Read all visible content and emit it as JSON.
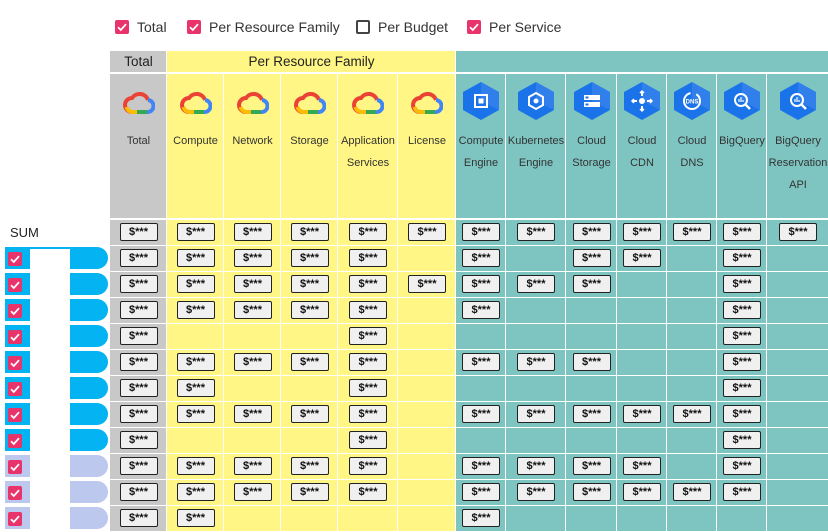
{
  "filters": [
    {
      "label": "Total",
      "checked": true
    },
    {
      "label": "Per Resource Family",
      "checked": true
    },
    {
      "label": "Per Budget",
      "checked": false
    },
    {
      "label": "Per Service",
      "checked": true
    }
  ],
  "sections": {
    "total": "Total",
    "resource_family": "Per Resource Family",
    "service": ""
  },
  "columns": [
    {
      "key": "total",
      "lines": [
        "Total"
      ],
      "icon": "google-cloud-logo-icon",
      "section": "total"
    },
    {
      "key": "compute",
      "lines": [
        "Compute"
      ],
      "icon": "google-cloud-logo-icon",
      "section": "family"
    },
    {
      "key": "network",
      "lines": [
        "Network"
      ],
      "icon": "google-cloud-logo-icon",
      "section": "family"
    },
    {
      "key": "storage",
      "lines": [
        "Storage"
      ],
      "icon": "google-cloud-logo-icon",
      "section": "family"
    },
    {
      "key": "app",
      "lines": [
        "Application",
        "Services"
      ],
      "icon": "google-cloud-logo-icon",
      "section": "family"
    },
    {
      "key": "license",
      "lines": [
        "License"
      ],
      "icon": "google-cloud-logo-icon",
      "section": "family"
    },
    {
      "key": "gce",
      "lines": [
        "Compute",
        "Engine"
      ],
      "icon": "compute-engine-icon",
      "section": "service"
    },
    {
      "key": "gke",
      "lines": [
        "Kubernetes",
        "Engine"
      ],
      "icon": "kubernetes-engine-icon",
      "section": "service"
    },
    {
      "key": "gcs",
      "lines": [
        "Cloud",
        "Storage"
      ],
      "icon": "cloud-storage-icon",
      "section": "service"
    },
    {
      "key": "cdn",
      "lines": [
        "Cloud",
        "CDN"
      ],
      "icon": "cloud-cdn-icon",
      "section": "service"
    },
    {
      "key": "dns",
      "lines": [
        "Cloud",
        "DNS"
      ],
      "icon": "cloud-dns-icon",
      "section": "service"
    },
    {
      "key": "bq",
      "lines": [
        "BigQuery"
      ],
      "icon": "bigquery-icon",
      "section": "service"
    },
    {
      "key": "bqr",
      "lines": [
        "BigQuery",
        "Reservation",
        "API"
      ],
      "icon": "bigquery-icon",
      "section": "service"
    }
  ],
  "value_mask": "$***",
  "sum_label": "SUM",
  "rows": [
    {
      "label": "SUM",
      "selectable": false,
      "pill": "none",
      "cells": [
        1,
        1,
        1,
        1,
        1,
        1,
        1,
        1,
        1,
        1,
        1,
        1,
        1
      ]
    },
    {
      "pill": "blue",
      "cells": [
        1,
        1,
        1,
        1,
        1,
        0,
        1,
        0,
        1,
        1,
        0,
        1,
        0
      ]
    },
    {
      "pill": "blue",
      "cells": [
        1,
        1,
        1,
        1,
        1,
        1,
        1,
        1,
        1,
        0,
        0,
        1,
        0
      ]
    },
    {
      "pill": "blue",
      "cells": [
        1,
        1,
        1,
        1,
        1,
        0,
        1,
        0,
        0,
        0,
        0,
        1,
        0
      ]
    },
    {
      "pill": "blue",
      "cells": [
        1,
        0,
        0,
        0,
        1,
        0,
        0,
        0,
        0,
        0,
        0,
        1,
        0
      ]
    },
    {
      "pill": "blue",
      "cells": [
        1,
        1,
        1,
        1,
        1,
        0,
        1,
        1,
        1,
        0,
        0,
        1,
        0
      ]
    },
    {
      "pill": "blue",
      "cells": [
        1,
        1,
        0,
        0,
        1,
        0,
        0,
        0,
        0,
        0,
        0,
        1,
        0
      ]
    },
    {
      "pill": "blue",
      "cells": [
        1,
        1,
        1,
        1,
        1,
        0,
        1,
        1,
        1,
        1,
        1,
        1,
        0
      ]
    },
    {
      "pill": "blue",
      "cells": [
        1,
        0,
        0,
        0,
        1,
        0,
        0,
        0,
        0,
        0,
        0,
        1,
        0
      ]
    },
    {
      "pill": "lav",
      "cells": [
        1,
        1,
        1,
        1,
        1,
        0,
        1,
        1,
        1,
        1,
        0,
        1,
        0
      ]
    },
    {
      "pill": "lav",
      "cells": [
        1,
        1,
        1,
        1,
        1,
        0,
        1,
        1,
        1,
        1,
        1,
        1,
        0
      ]
    },
    {
      "pill": "lav",
      "cells": [
        1,
        1,
        0,
        0,
        0,
        0,
        1,
        0,
        0,
        0,
        0,
        0,
        0
      ]
    }
  ],
  "colors": {
    "checkbox": "#e8336b",
    "total_bg": "#c8c8c8",
    "family_bg": "#fff685",
    "service_bg": "#7ec5c2",
    "pill_blue": "#03b3f2",
    "pill_lavender": "#bcc8ee",
    "hex_blue": "#1a73e8"
  }
}
